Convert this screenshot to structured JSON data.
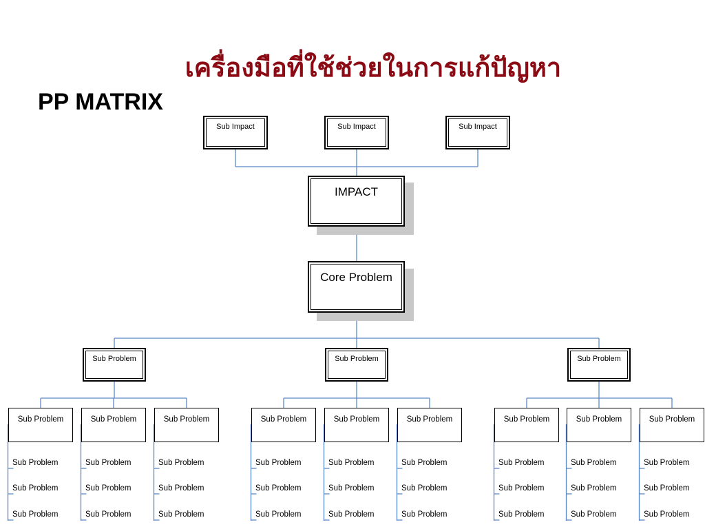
{
  "title": "เครื่องมือที่ใช้ช่วยในการแก้ปัญหา",
  "subtitle": "PP MATRIX",
  "sub_impact_label": "Sub Impact",
  "impact_label": "IMPACT",
  "core_problem_label": "Core Problem",
  "sub_problem_label": "Sub Problem",
  "colors": {
    "title": "#8b0a14",
    "connector": "#5b88c8",
    "shadow": "#c8c8c8"
  }
}
